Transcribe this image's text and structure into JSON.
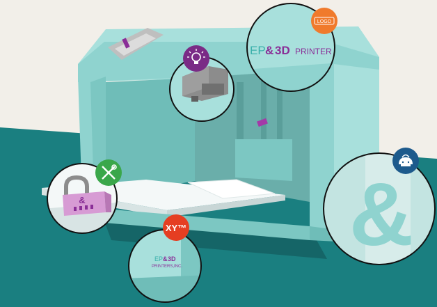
{
  "printer": {
    "brand_ep": "EP",
    "brand_amp": "&",
    "brand_3d": "3D",
    "brand_printer": "PRINTER"
  },
  "callouts": {
    "logo_badge": "LOGO",
    "trademark_badge": "XY™",
    "small_brand_line1_ep": "EP",
    "small_brand_line1_amp": "&",
    "small_brand_line1_3d": "3D",
    "small_brand_line2": "PRINTERS,INC.",
    "lock_mark": "&",
    "big_ampersand": "&"
  },
  "colors": {
    "background": "#f2efe9",
    "floor": "#1a7f80",
    "printer_body": "#8fd3cf",
    "printer_dark": "#6fbdb8",
    "brand_teal": "#3ab0ab",
    "brand_purple": "#8a2e97",
    "badge_orange": "#f07a2c",
    "badge_purple": "#7a2b86",
    "badge_green": "#3aa74a",
    "badge_red": "#e53e22",
    "badge_blue": "#1d5a8c",
    "lock_pink": "#d79bd4"
  },
  "icons": [
    "lightbulb-icon",
    "tools-icon",
    "badge-icon"
  ]
}
